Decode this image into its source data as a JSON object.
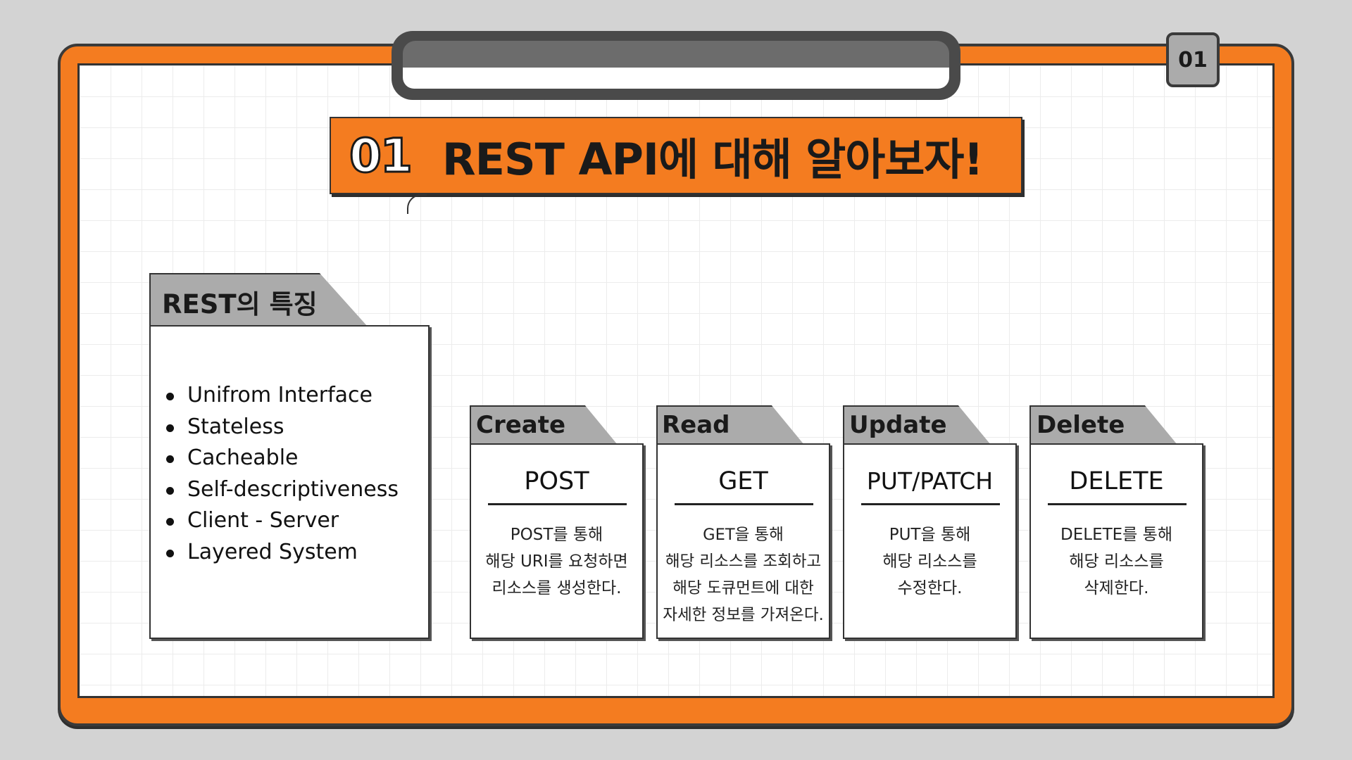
{
  "page_number": "01",
  "title": {
    "number": "01",
    "text": "REST API에 대해 알아보자!"
  },
  "features": {
    "heading": "REST의 특징",
    "items": [
      "Unifrom Interface",
      "Stateless",
      "Cacheable",
      "Self-descriptiveness",
      "Client - Server",
      "Layered System"
    ]
  },
  "cards": [
    {
      "tab": "Create",
      "method": "POST",
      "desc": "POST를 통해\n해당 URI를 요청하면\n리소스를 생성한다."
    },
    {
      "tab": "Read",
      "method": "GET",
      "desc": "GET을 통해\n해당 리소스를 조회하고\n해당 도큐먼트에 대한\n자세한 정보를 가져온다."
    },
    {
      "tab": "Update",
      "method": "PUT/PATCH",
      "desc": "PUT을 통해\n해당 리소스를\n수정한다."
    },
    {
      "tab": "Delete",
      "method": "DELETE",
      "desc": "DELETE를 통해\n해당 리소스를\n삭제한다."
    }
  ],
  "colors": {
    "accent": "#f47c20",
    "tab_gray": "#ababab",
    "frame": "#3a3a3a"
  }
}
